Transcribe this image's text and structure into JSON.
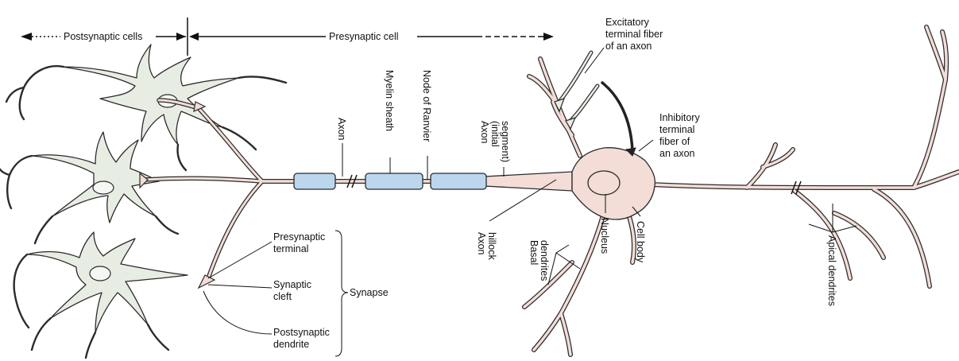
{
  "colors": {
    "presynaptic_fill": "#f3ddd6",
    "postsynaptic_fill": "#e8ede4",
    "myelin_fill": "#bcd6ee",
    "outline": "#2b2b2b",
    "inhibitory_terminal": "#222222"
  },
  "header": {
    "postsynaptic_cells": "Postsynaptic cells",
    "presynaptic_cell": "Presynaptic cell"
  },
  "labels": {
    "excitatory_line1": "Excitatory",
    "excitatory_line2": "terminal fiber",
    "excitatory_line3": "of an axon",
    "inhibitory_line1": "Inhibitory",
    "inhibitory_line2": "terminal",
    "inhibitory_line3": "fiber of",
    "inhibitory_line4": "an axon",
    "axon": "Axon",
    "myelin_sheath": "Myelin sheath",
    "node_of_ranvier": "Node of Ranvier",
    "axon_initial_line1": "Axon",
    "axon_initial_line2": "(initial",
    "axon_initial_line3": "segment)",
    "axon_hillock_line1": "Axon",
    "axon_hillock_line2": "hillock",
    "basal_dendrites_line1": "Basal",
    "basal_dendrites_line2": "dendrites",
    "nucleus": "Nucleus",
    "cell_body": "Cell body",
    "apical_dendrites": "Apical dendrites",
    "presynaptic_terminal_line1": "Presynaptic",
    "presynaptic_terminal_line2": "terminal",
    "synaptic_cleft_line1": "Synaptic",
    "synaptic_cleft_line2": "cleft",
    "postsynaptic_dendrite_line1": "Postsynaptic",
    "postsynaptic_dendrite_line2": "dendrite",
    "synapse": "Synapse"
  }
}
